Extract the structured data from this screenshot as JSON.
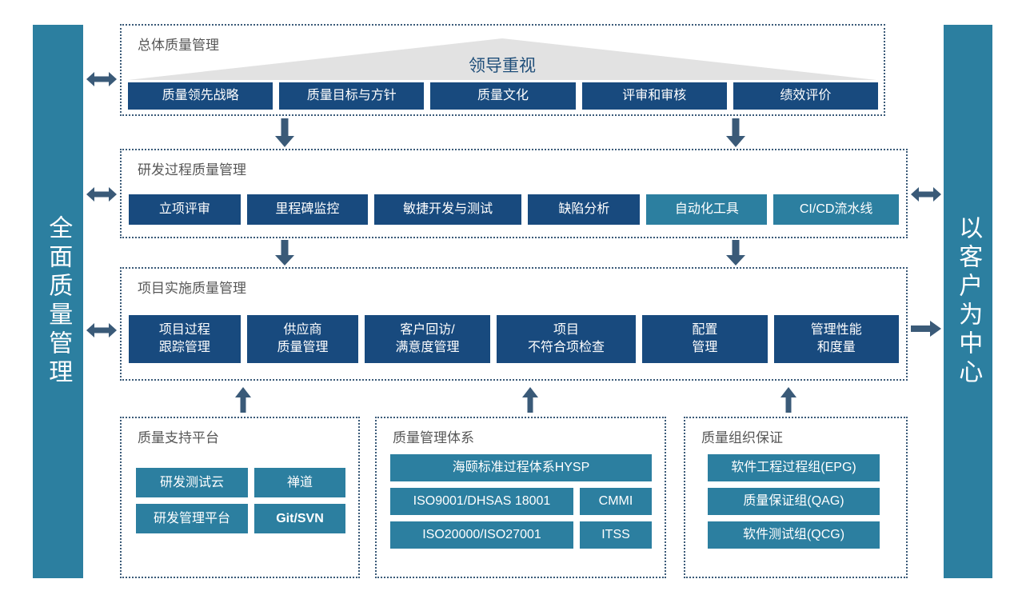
{
  "sidebars": {
    "left": {
      "label": "全面质量管理",
      "color": "#2c7fa0"
    },
    "right": {
      "label": "以客户为中心",
      "color": "#2c7fa0"
    }
  },
  "colors": {
    "navy": "#184a7e",
    "teal": "#2c7fa0",
    "panel_border": "#3a5a78",
    "banner_fill": "#e2e2e2",
    "banner_text": "#1f4e79",
    "title_text": "#575757",
    "arrow": "#3a5a78"
  },
  "sections": [
    {
      "title": "总体质量管理",
      "banner": "领导重视",
      "items": [
        {
          "label": "质量领先战略",
          "style": "navy"
        },
        {
          "label": "质量目标与方针",
          "style": "navy"
        },
        {
          "label": "质量文化",
          "style": "navy"
        },
        {
          "label": "评审和审核",
          "style": "navy"
        },
        {
          "label": "绩效评价",
          "style": "navy"
        }
      ]
    },
    {
      "title": "研发过程质量管理",
      "items": [
        {
          "label": "立项评审",
          "style": "navy"
        },
        {
          "label": "里程碑监控",
          "style": "navy"
        },
        {
          "label": "敏捷开发与测试",
          "style": "navy"
        },
        {
          "label": "缺陷分析",
          "style": "navy"
        },
        {
          "label": "自动化工具",
          "style": "teal"
        },
        {
          "label": "CI/CD流水线",
          "style": "teal"
        }
      ]
    },
    {
      "title": "项目实施质量管理",
      "items": [
        {
          "line1": "项目过程",
          "line2": "跟踪管理",
          "style": "navy"
        },
        {
          "line1": "供应商",
          "line2": "质量管理",
          "style": "navy"
        },
        {
          "line1": "客户回访/",
          "line2": "满意度管理",
          "style": "navy"
        },
        {
          "line1": "项目",
          "line2": "不符合项检查",
          "style": "navy"
        },
        {
          "line1": "配置",
          "line2": "管理",
          "style": "navy"
        },
        {
          "line1": "管理性能",
          "line2": "和度量",
          "style": "navy"
        }
      ]
    }
  ],
  "bottom_panels": [
    {
      "title": "质量支持平台",
      "items": [
        {
          "label": "研发测试云",
          "style": "teal",
          "bold": false
        },
        {
          "label": "禅道",
          "style": "teal",
          "bold": false
        },
        {
          "label": "研发管理平台",
          "style": "teal",
          "bold": false
        },
        {
          "label": "Git/SVN",
          "style": "teal",
          "bold": true
        }
      ]
    },
    {
      "title": "质量管理体系",
      "items": [
        {
          "label": "海颐标准过程体系HYSP",
          "style": "teal",
          "bold": false
        },
        {
          "label": "ISO9001/DHSAS 18001",
          "style": "teal",
          "bold": false
        },
        {
          "label": "CMMI",
          "style": "teal",
          "bold": false
        },
        {
          "label": "ISO20000/ISO27001",
          "style": "teal",
          "bold": false
        },
        {
          "label": "ITSS",
          "style": "teal",
          "bold": false
        }
      ]
    },
    {
      "title": "质量组织保证",
      "items": [
        {
          "label": "软件工程过程组(EPG)",
          "style": "teal",
          "bold": false
        },
        {
          "label": "质量保证组(QAG)",
          "style": "teal",
          "bold": false
        },
        {
          "label": "软件测试组(QCG)",
          "style": "teal",
          "bold": false
        }
      ]
    }
  ],
  "arrows": {
    "left_bidirectional": [
      "双向箭头",
      "双向箭头",
      "双向箭头"
    ],
    "right_bidirectional": [
      "双向箭头"
    ],
    "right_single": [
      "右向箭头"
    ],
    "down": [
      "向下箭头",
      "向下箭头",
      "向下箭头",
      "向下箭头"
    ],
    "up": [
      "向上箭头",
      "向上箭头",
      "向上箭头"
    ]
  }
}
